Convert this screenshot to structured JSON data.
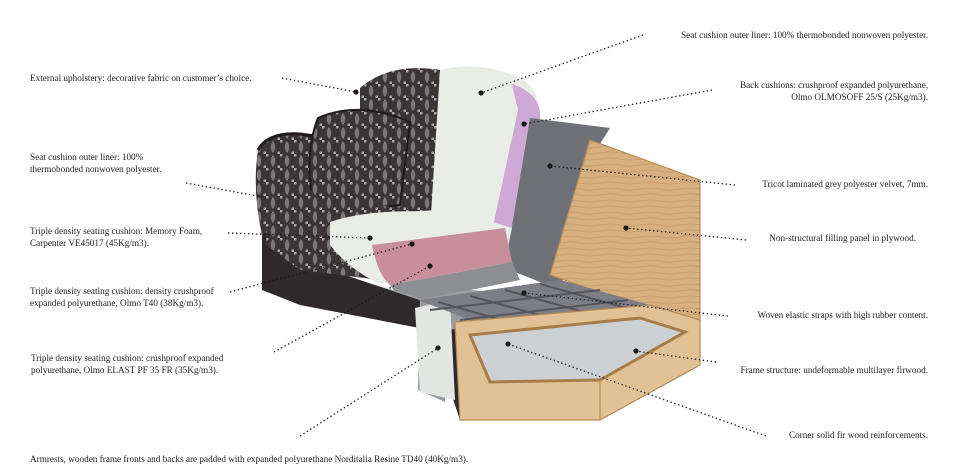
{
  "labels": {
    "external_upholstery": [
      "External upholstery: decorative fabric on customer’s choice."
    ],
    "seat_liner_left": [
      "Seat cushion outer liner: 100%",
      "thermobonded nonwoven polyester."
    ],
    "memory_foam": [
      "Triple density seating cushion: Memory Foam,",
      "Carpenter VE45017 (45Kg/m3)."
    ],
    "olmo_t40": [
      "Triple density seating cushion: density crushproof",
      "expanded polyurethane, Olmo T40 (38Kg/m3)."
    ],
    "olmo_elast": [
      "Triple density seating cushion: crushproof expanded",
      "polyurethane, Olmo ELAST PF 35 FR (35Kg/m3)."
    ],
    "armrests": [
      "Armrests, wooden frame fronts and backs are padded with expanded polyurethane Norditalia Resine TD40 (40Kg/m3)."
    ],
    "seat_liner_top": [
      "Seat cushion outer liner: 100% thermobonded nonwoven polyester."
    ],
    "back_cushions": [
      "Back cushions: crushproof expanded polyurethane,",
      "Olmo OLMOSOFF 25/S (25Kg/m3)."
    ],
    "tricot": [
      "Tricot laminated grey polyester velvet, 7mm."
    ],
    "plywood": [
      "Non-structural filling panel in plywood."
    ],
    "straps": [
      "Woven elastic straps with high rubber content."
    ],
    "frame": [
      "Frame structure: undeformable multilayer firwood."
    ],
    "corner": [
      "Corner solid fir wood reinforcements."
    ]
  },
  "colors": {
    "fabric_dark": "#3a3537",
    "fabric_pattern": "#8c8689",
    "liner_white": "#e9ece7",
    "back_lilac": "#cfa9d6",
    "memory_pink": "#c98e9c",
    "foam_grey": "#8d8f93",
    "velvet_grey": "#6f7176",
    "plywood": "#d6b07f",
    "frame_wood": "#e1c195",
    "leader": "#1a1a1a"
  }
}
